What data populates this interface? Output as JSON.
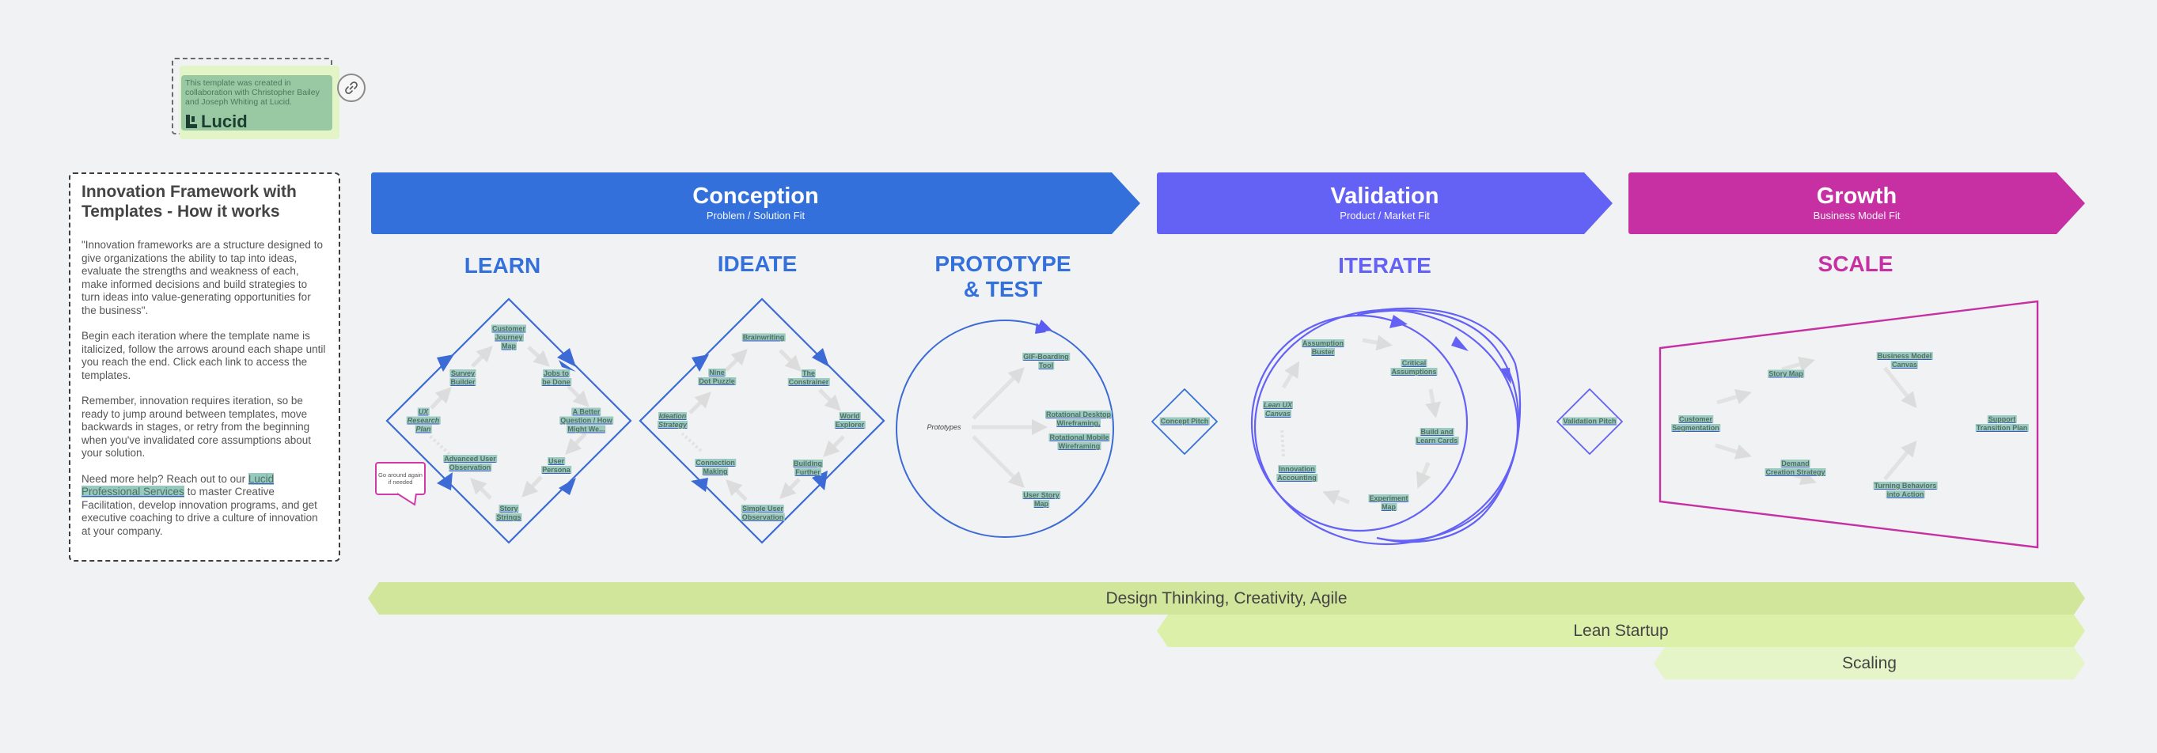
{
  "credit": {
    "text": "This template was created in collaboration with Christopher Bailey and Joseph Whiting at Lucid.",
    "logo": "Lucid",
    "link_icon": "link-icon"
  },
  "info": {
    "title": "Innovation Framework with Templates - How it works",
    "p1": "\"Innovation frameworks are a structure designed to give organizations the ability to tap into ideas, evaluate the strengths and weakness of each, make informed decisions and build strategies to turn ideas into value-generating opportunities for the business\".",
    "p2": "Begin each iteration where the template name is italicized, follow the arrows around each shape until you reach the end. Click each link to access the templates.",
    "p3": "Remember, innovation requires iteration, so be ready to jump around between templates, move backwards in stages, or retry from the beginning when you've invalidated core assumptions about your solution.",
    "p4_before": "Need more help? Reach out to our ",
    "p4_link": "Lucid Professional Services",
    "p4_after": " to master Creative Facilitation, develop innovation programs, and get executive coaching to drive a culture of innovation at your company."
  },
  "colors": {
    "conception": "#3470dc",
    "validation": "#6461f5",
    "growth": "#c630a3",
    "ribbon1": "#d1e59b",
    "ribbon2": "#ddf0aa",
    "ribbon3": "#e5f5c8",
    "link_highlight": "#9ccac0"
  },
  "phases": [
    {
      "title": "Conception",
      "subtitle": "Problem / Solution Fit"
    },
    {
      "title": "Validation",
      "subtitle": "Product / Market Fit"
    },
    {
      "title": "Growth",
      "subtitle": "Business Model Fit"
    }
  ],
  "stages": {
    "learn": "LEARN",
    "ideate": "IDEATE",
    "prototype_line1": "PROTOTYPE",
    "prototype_line2": "& TEST",
    "iterate": "ITERATE",
    "scale": "SCALE"
  },
  "learn": {
    "nodes": [
      {
        "l1": "Customer",
        "l2": "Journey",
        "l3": "Map"
      },
      {
        "l1": "Jobs to",
        "l2": "be Done"
      },
      {
        "l1": "A Better",
        "l2": "Question / How",
        "l3": "Might We..."
      },
      {
        "l1": "User",
        "l2": "Persona"
      },
      {
        "l1": "Story",
        "l2": "Strings"
      },
      {
        "l1": "Advanced User",
        "l2": "Observation"
      },
      {
        "l1": "UX",
        "l2": "Research",
        "l3": "Plan"
      },
      {
        "l1": "Survey",
        "l2": "Builder"
      }
    ],
    "callout": "Go around again if needed"
  },
  "ideate": {
    "nodes": [
      {
        "l1": "Brainwriting"
      },
      {
        "l1": "The",
        "l2": "Constrainer"
      },
      {
        "l1": "World",
        "l2": "Explorer"
      },
      {
        "l1": "Building",
        "l2": "Further"
      },
      {
        "l1": "Simple User",
        "l2": "Observation"
      },
      {
        "l1": "Connection",
        "l2": "Making"
      },
      {
        "l1": "Ideation",
        "l2": "Strategy"
      },
      {
        "l1": "Nine",
        "l2": "Dot Puzzle"
      }
    ]
  },
  "prototype": {
    "center": "Prototypes",
    "nodes": [
      {
        "l1": "GIF-Boarding",
        "l2": "Tool"
      },
      {
        "l1": "Rotational Desktop",
        "l2": "Wireframing,"
      },
      {
        "l1": "Rotational Mobile",
        "l2": "Wireframing"
      },
      {
        "l1": "User Story",
        "l2": "Map"
      }
    ]
  },
  "concept_pitch": "Concept Pitch",
  "validation_pitch": "Validation Pitch",
  "iterate": {
    "nodes": [
      {
        "l1": "Assumption",
        "l2": "Buster"
      },
      {
        "l1": "Critical",
        "l2": "Assumptions"
      },
      {
        "l1": "Build and",
        "l2": "Learn Cards"
      },
      {
        "l1": "Experiment",
        "l2": "Map"
      },
      {
        "l1": "Innovation",
        "l2": "Accounting"
      },
      {
        "l1": "Lean UX",
        "l2": "Canvas"
      }
    ]
  },
  "scale": {
    "nodes": [
      {
        "l1": "Customer",
        "l2": "Segmentation"
      },
      {
        "l1": "Story Map"
      },
      {
        "l1": "Business Model",
        "l2": "Canvas"
      },
      {
        "l1": "Support",
        "l2": "Transition Plan"
      },
      {
        "l1": "Demand",
        "l2": "Creation Strategy"
      },
      {
        "l1": "Turning Behaviors",
        "l2": "into Action"
      }
    ]
  },
  "ribbons": [
    {
      "label": "Design Thinking, Creativity, Agile"
    },
    {
      "label": "Lean Startup"
    },
    {
      "label": "Scaling"
    }
  ]
}
